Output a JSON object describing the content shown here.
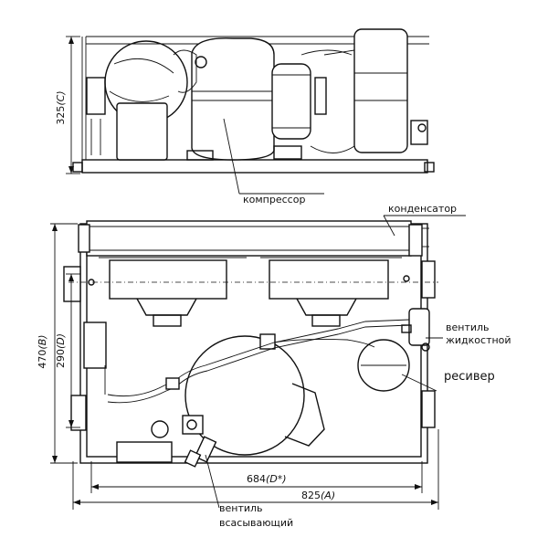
{
  "labels": {
    "compressor": "компрессор",
    "condenser": "конденсатор",
    "liquid_valve_line1": "вентиль",
    "liquid_valve_line2": "жидкостной",
    "receiver": "ресивер",
    "suction_valve_line1": "вентиль",
    "suction_valve_line2": "всасывающий"
  },
  "dimensions": {
    "height_side": "325",
    "height_side_code": "(C)",
    "depth_total": "470",
    "depth_total_code": "(B)",
    "depth_mount": "290",
    "depth_mount_code": "(D)",
    "width_mount": "684",
    "width_mount_code": "(D*)",
    "width_total": "825",
    "width_total_code": "(A)"
  }
}
